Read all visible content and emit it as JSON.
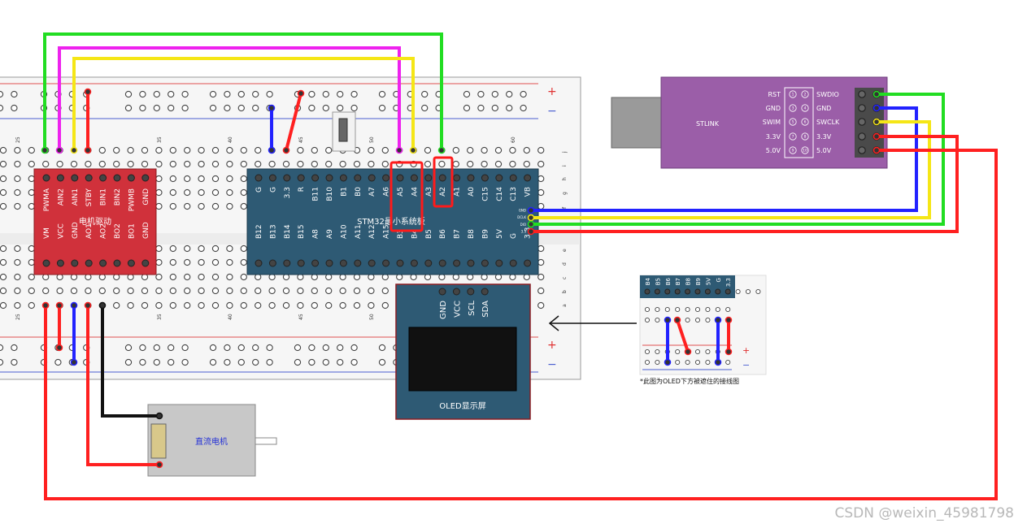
{
  "breadboard": {
    "col_numbers": [
      "25",
      "35",
      "40",
      "45",
      "50",
      "60"
    ],
    "row_letters_top": [
      "j",
      "i",
      "h",
      "g",
      "f"
    ],
    "row_letters_bottom": [
      "e",
      "d",
      "c",
      "b",
      "a"
    ],
    "plus": "+",
    "minus": "−"
  },
  "motor_driver": {
    "title": "电机驱动",
    "top_pins": [
      "PWMA",
      "AIN2",
      "AIN1",
      "STBY",
      "BIN1",
      "BIN2",
      "PWMB",
      "GND"
    ],
    "bottom_pins": [
      "VM",
      "VCC",
      "GND",
      "AO1",
      "AO2",
      "BO2",
      "BO1",
      "GND"
    ],
    "color": "#d0313b"
  },
  "stm32": {
    "title": "STM32最小系统板",
    "top_pins": [
      "G",
      "G",
      "3.3",
      "R",
      "B11",
      "B10",
      "B1",
      "B0",
      "A7",
      "A6",
      "A5",
      "A4",
      "A3",
      "A2",
      "A1",
      "A0",
      "C15",
      "C14",
      "C13",
      "VB"
    ],
    "bottom_pins": [
      "B12",
      "B13",
      "B14",
      "B15",
      "A8",
      "A9",
      "A10",
      "A11",
      "A12",
      "A15",
      "B3",
      "B4",
      "B5",
      "B6",
      "B7",
      "B8",
      "B9",
      "5V",
      "G",
      "3.3"
    ],
    "swd_pins": [
      "GND",
      "DCLK",
      "DIO",
      "3.3"
    ],
    "color": "#2e5a74"
  },
  "stlink": {
    "title": "STLINK",
    "left_labels": [
      "RST",
      "GND",
      "SWIM",
      "3.3V",
      "5.0V"
    ],
    "right_labels": [
      "SWDIO",
      "GND",
      "SWCLK",
      "3.3V",
      "5.0V"
    ],
    "pin_numbers": [
      "1",
      "2",
      "3",
      "4",
      "5",
      "6",
      "7",
      "8",
      "9",
      "10"
    ],
    "color": "#9b5ea8"
  },
  "oled": {
    "title": "OLED显示屏",
    "pins": [
      "GND",
      "VCC",
      "SCL",
      "SDA"
    ],
    "color": "#2e5a74"
  },
  "motor": {
    "title": "直流电机"
  },
  "inset": {
    "pins": [
      "B4",
      "B5",
      "B6",
      "B7",
      "B8",
      "B9",
      "5V",
      "G",
      "3.3"
    ],
    "caption": "*此图为OLED下方被遮住的接线图"
  },
  "watermark": "CSDN @weixin_45981798"
}
